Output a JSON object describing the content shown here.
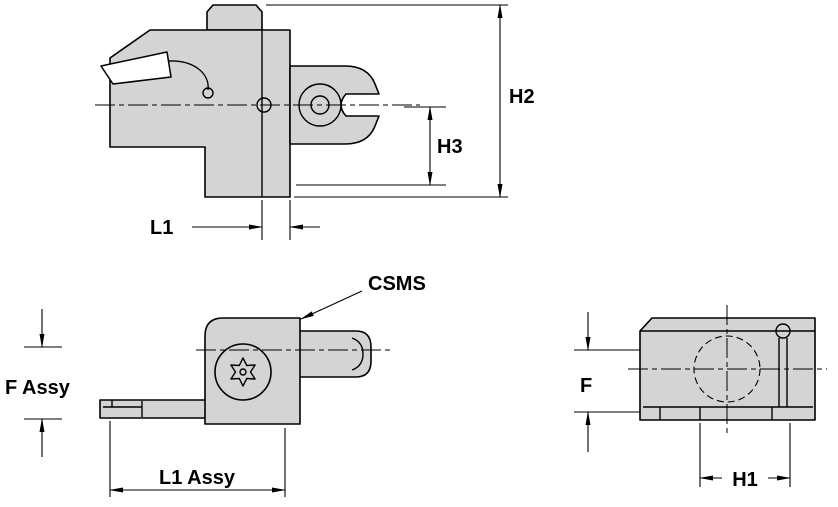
{
  "colors": {
    "background": "#ffffff",
    "part_fill": "#d4d4d4",
    "line": "#000000"
  },
  "labels": {
    "h2": "H2",
    "h3": "H3",
    "l1": "L1",
    "csms": "CSMS",
    "f_assy": "F Assy",
    "l1_assy": "L1 Assy",
    "f": "F",
    "h1": "H1"
  }
}
